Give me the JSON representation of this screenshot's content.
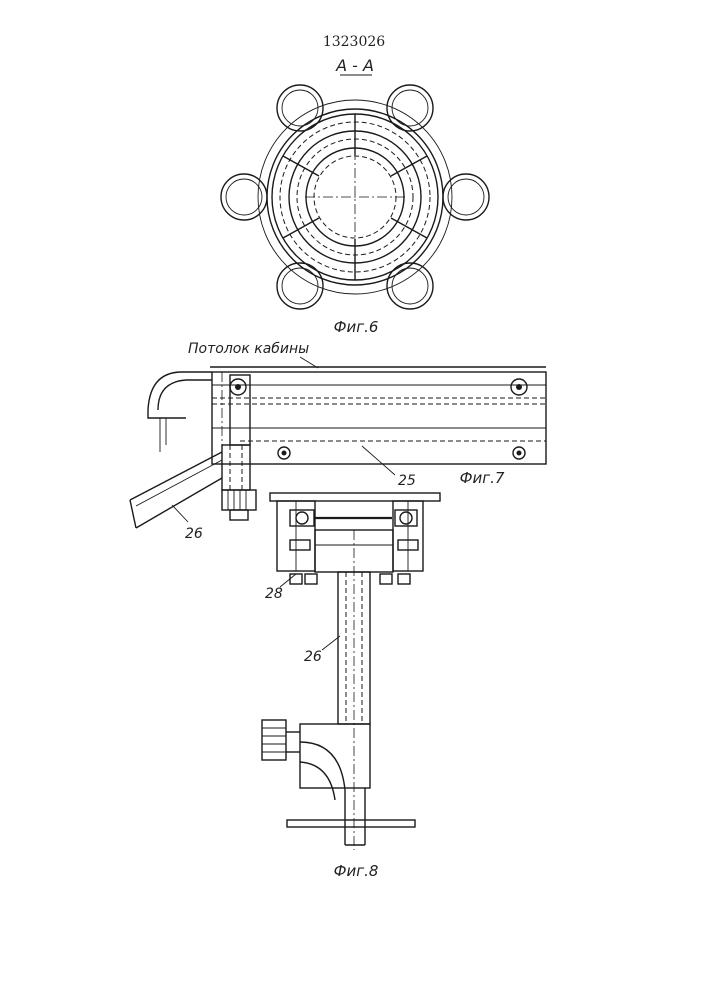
{
  "document": {
    "patent_number": "1323026",
    "section_label": "А - А",
    "figures": [
      {
        "caption": "Фиг.6"
      },
      {
        "caption": "Фиг.7",
        "labels": {
          "ceiling": "Потолок кабины",
          "part_25": "25",
          "part_26": "26"
        }
      },
      {
        "caption": "Фиг.8",
        "labels": {
          "part_28": "28",
          "part_26": "26"
        }
      }
    ]
  }
}
